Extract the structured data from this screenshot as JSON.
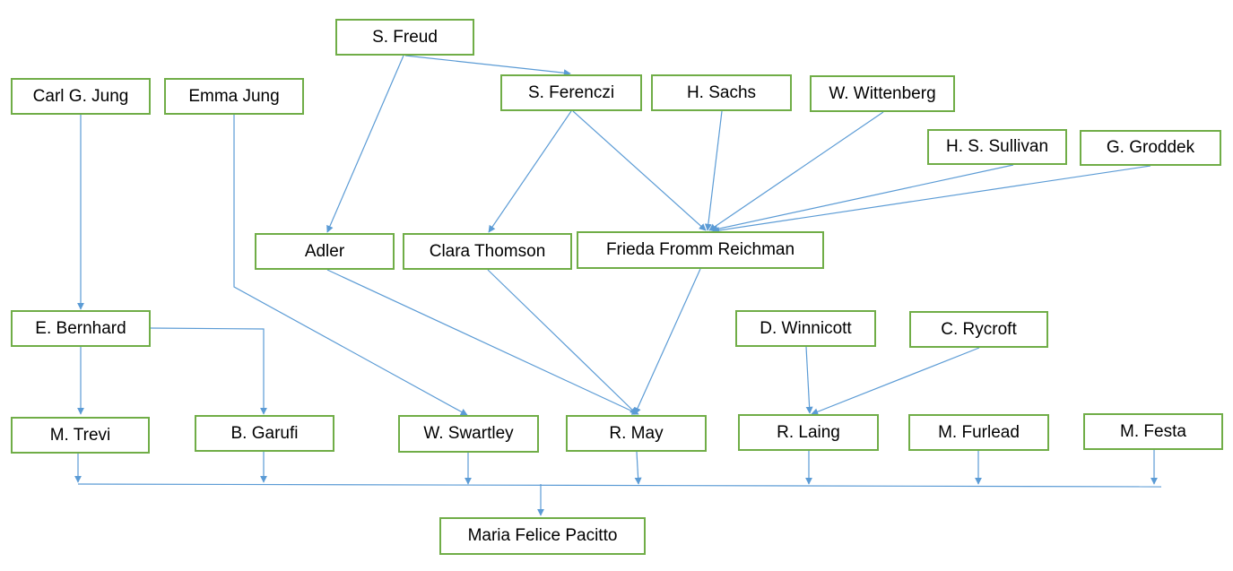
{
  "colors": {
    "node_border": "#70ad47",
    "edge": "#5b9bd5",
    "text": "#000000"
  },
  "nodes": {
    "freud": "S. Freud",
    "carl_jung": "Carl G. Jung",
    "emma_jung": "Emma Jung",
    "ferenczi": "S. Ferenczi",
    "sachs": "H. Sachs",
    "wittenberg": "W. Wittenberg",
    "sullivan": "H. S. Sullivan",
    "groddek": "G. Groddek",
    "adler": "Adler",
    "thomson": "Clara Thomson",
    "fromm": "Frieda Fromm Reichman",
    "bernhard": "E. Bernhard",
    "winnicott": "D. Winnicott",
    "rycroft": "C. Rycroft",
    "trevi": "M. Trevi",
    "garufi": "B. Garufi",
    "swartley": "W. Swartley",
    "may": "R. May",
    "laing": "R. Laing",
    "furlead": "M. Furlead",
    "festa": "M. Festa",
    "pacitto": "Maria Felice Pacitto"
  }
}
